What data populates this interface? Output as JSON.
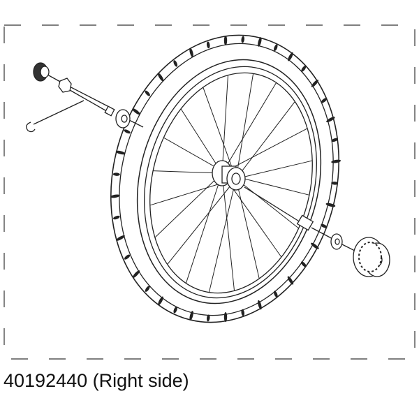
{
  "caption": "40192440 (Right side)",
  "colors": {
    "line": "#222222",
    "background": "#ffffff"
  },
  "parts": [
    "wheel",
    "tire",
    "rim",
    "spokes",
    "hub",
    "axle",
    "axle-nut",
    "bearing",
    "clip",
    "end-cap"
  ]
}
